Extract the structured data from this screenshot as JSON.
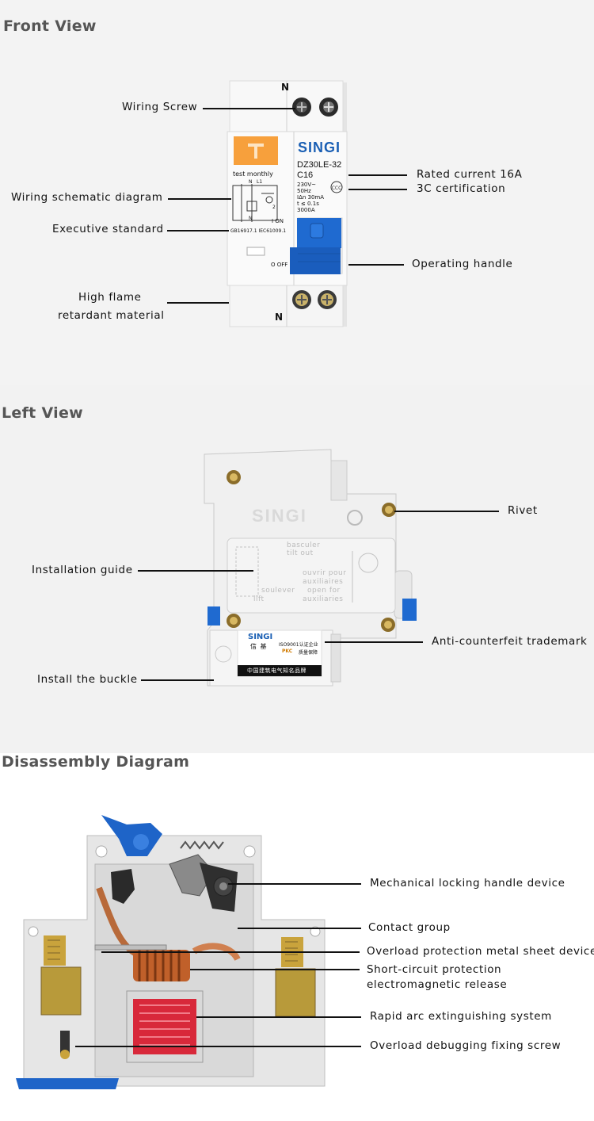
{
  "sections": {
    "front": "Front View",
    "left": "Left View",
    "disassembly": "Disassembly Diagram"
  },
  "front": {
    "labels": {
      "wiring_screw": "Wiring Screw",
      "wiring_schematic": "Wiring schematic diagram",
      "executive_standard": "Executive standard",
      "high_flame_1": "High flame",
      "high_flame_2": "retardant material",
      "rated_current": "Rated current 16A",
      "certification": "3C certification",
      "operating_handle": "Operating handle"
    },
    "device": {
      "terminal_top": "N",
      "terminal_bottom": "N",
      "brand": "SINGI",
      "model": "DZ30LE-32",
      "rating": "C16",
      "spec_1": "230V~",
      "spec_2": "50Hz",
      "spec_3": "IΔn 30mA",
      "spec_4": "t ≤ 0.1s",
      "spec_5": "3000A",
      "test_text": "test monthly",
      "standard_text": "GB16917.1  IEC61009.1",
      "on_text": "I ON",
      "off_text": "O OFF",
      "schematic_n": "N",
      "schematic_l": "L1",
      "schematic_2": "2",
      "schematic_n2": "N"
    }
  },
  "left": {
    "labels": {
      "rivet": "Rivet",
      "installation_guide": "Installation guide",
      "anti_counterfeit": "Anti-counterfeit trademark",
      "install_buckle": "Install the buckle"
    },
    "device": {
      "brand_emboss": "SINGI",
      "guide_1": "basculer",
      "guide_2": "tilt out",
      "guide_3": "soulever",
      "guide_4": "lift",
      "guide_5": "ouvrir pour",
      "guide_6": "auxiliaires",
      "guide_7": "open for",
      "guide_8": "auxiliaries",
      "sticker_brand": "SINGI",
      "sticker_cn": "信 基",
      "sticker_iso": "ISO9001认证企业",
      "sticker_pkc": "PKC",
      "sticker_quality": "质量保障",
      "sticker_banner": "中国建筑电气知名品牌"
    }
  },
  "disassembly": {
    "labels": {
      "mechanical_locking": "Mechanical locking handle device",
      "contact_group": "Contact group",
      "overload_sheet": "Overload protection metal sheet device",
      "short_circuit_1": "Short-circuit protection",
      "short_circuit_2": "electromagnetic release",
      "arc_extinguishing": "Rapid arc extinguishing system",
      "overload_screw": "Overload debugging  fixing screw"
    }
  },
  "colors": {
    "breaker_body": "#f7f7f7",
    "handle_blue": "#1e64c8",
    "test_button_orange": "#f7a03c",
    "brand_blue": "#1a5fb4",
    "arc_chute_red": "#d8283a",
    "coil_copper": "#c0602a",
    "terminal_brass": "#b89a3a"
  }
}
